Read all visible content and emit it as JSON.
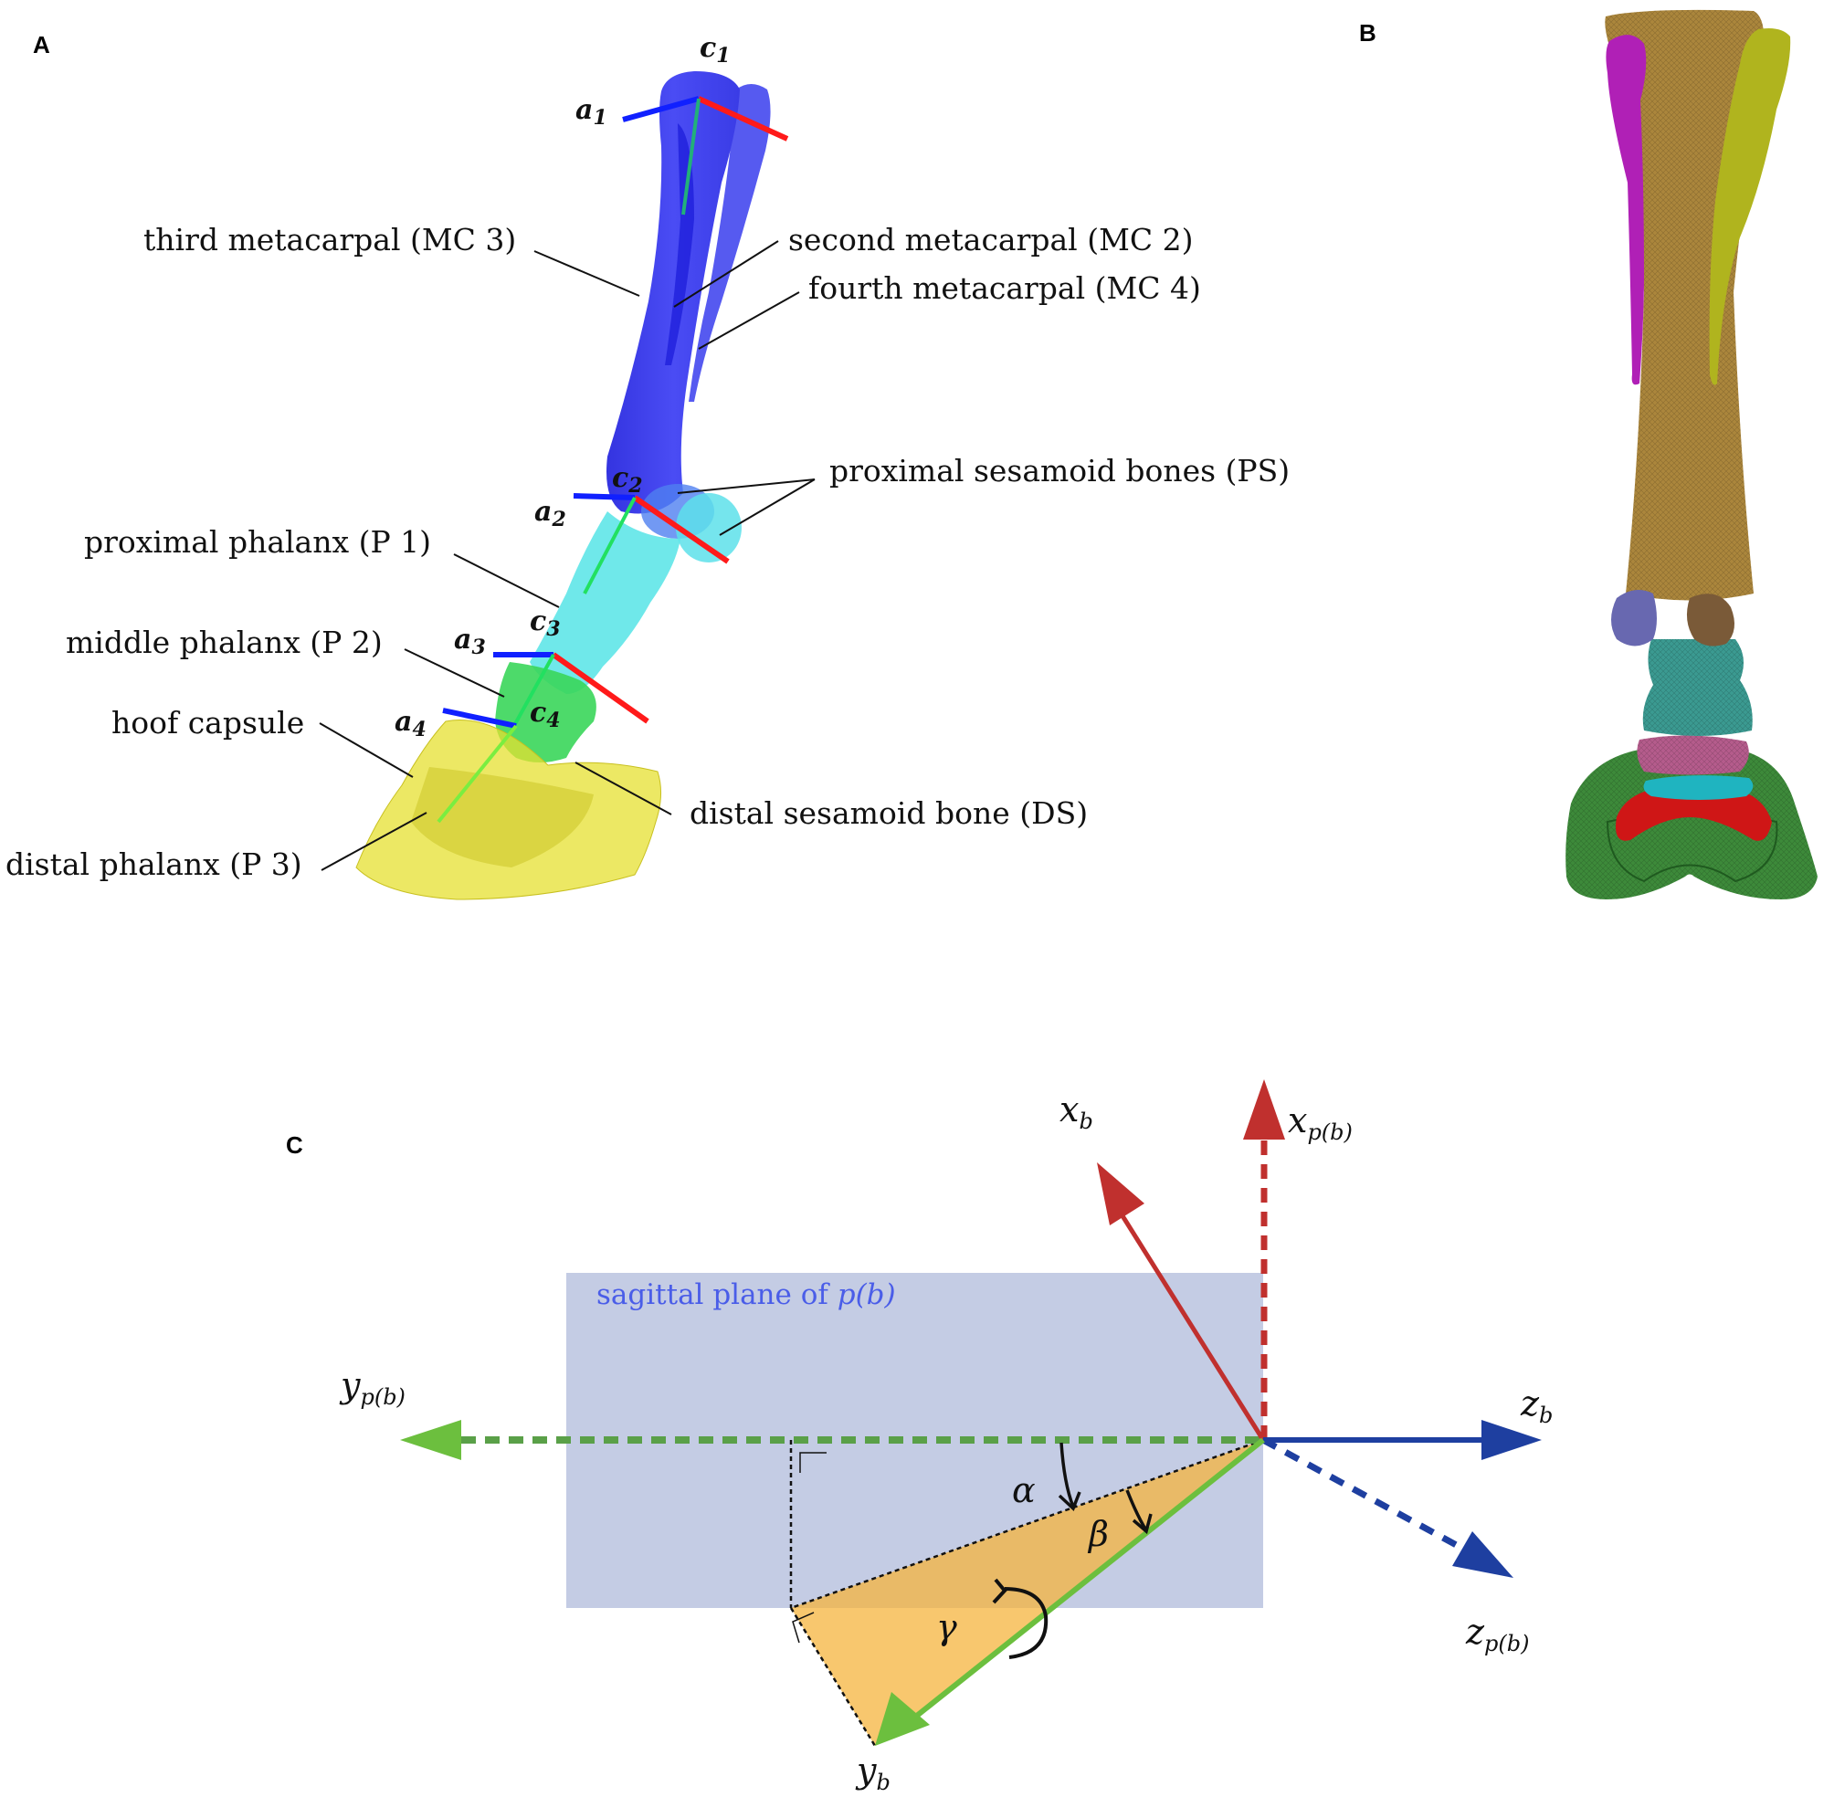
{
  "panels": {
    "A": {
      "letter": "A",
      "labels": {
        "mc3": "third metacarpal (MC 3)",
        "mc2": "second metacarpal (MC 2)",
        "mc4": "fourth metacarpal (MC 4)",
        "ps": "proximal sesamoid bones (PS)",
        "p1": "proximal phalanx (P 1)",
        "p2": "middle phalanx (P 2)",
        "hoof": "hoof capsule",
        "ds": "distal sesamoid bone (DS)",
        "p3": "distal phalanx (P 3)"
      },
      "frames": [
        {
          "a": "a",
          "a_sub": "1",
          "c": "c",
          "c_sub": "1"
        },
        {
          "a": "a",
          "a_sub": "2",
          "c": "c",
          "c_sub": "2"
        },
        {
          "a": "a",
          "a_sub": "3",
          "c": "c",
          "c_sub": "3"
        },
        {
          "a": "a",
          "a_sub": "4",
          "c": "c",
          "c_sub": "4"
        }
      ],
      "colors": {
        "mc": "#3b3ff0",
        "p1": "#5ee8e8",
        "p2": "#3dd65a",
        "hoof": "#e6e23a",
        "axis_blue": "#1020ff",
        "axis_red": "#ff1a1a",
        "axis_green": "#22e060"
      }
    },
    "B": {
      "letter": "B",
      "colors": {
        "mc3": "#b08a3e",
        "mc2": "#b020b8",
        "mc4": "#b4b820",
        "ps_left": "#6a6ab0",
        "ps_right": "#7a5a3a",
        "p1": "#3a9a90",
        "p2": "#b85a8a",
        "ds": "#20b4c0",
        "p3": "#d01818",
        "hoof": "#3a8a3a"
      }
    },
    "C": {
      "letter": "C",
      "plane_label": "sagittal plane of ",
      "plane_label_math": "p(b)",
      "axes": {
        "xb": {
          "main": "x",
          "sub": "b"
        },
        "xpb": {
          "main": "x",
          "sub": "p(b)"
        },
        "ypb": {
          "main": "y",
          "sub": "p(b)"
        },
        "yb": {
          "main": "y",
          "sub": "b"
        },
        "zb": {
          "main": "z",
          "sub": "b"
        },
        "zpb": {
          "main": "z",
          "sub": "p(b)"
        }
      },
      "angles": {
        "alpha": "α",
        "beta": "β",
        "gamma": "γ"
      },
      "colors": {
        "plane": "#c4cce4",
        "triangle": "#f5b440",
        "x_axis": "#c0302e",
        "y_axis": "#6cbf3e",
        "y_axis_dashed": "#5aa048",
        "z_axis": "#1e3fa0"
      }
    }
  }
}
